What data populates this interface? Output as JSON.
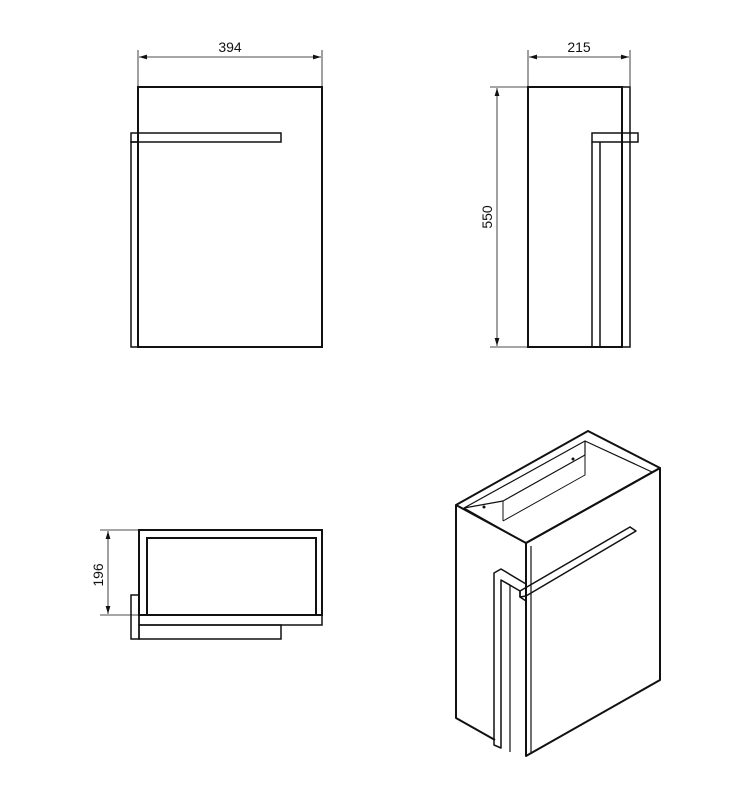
{
  "drawing": {
    "front_view": {
      "width_label": "394"
    },
    "side_view": {
      "depth_label": "215",
      "height_label": "550"
    },
    "top_view": {
      "depth_label": "196"
    }
  }
}
